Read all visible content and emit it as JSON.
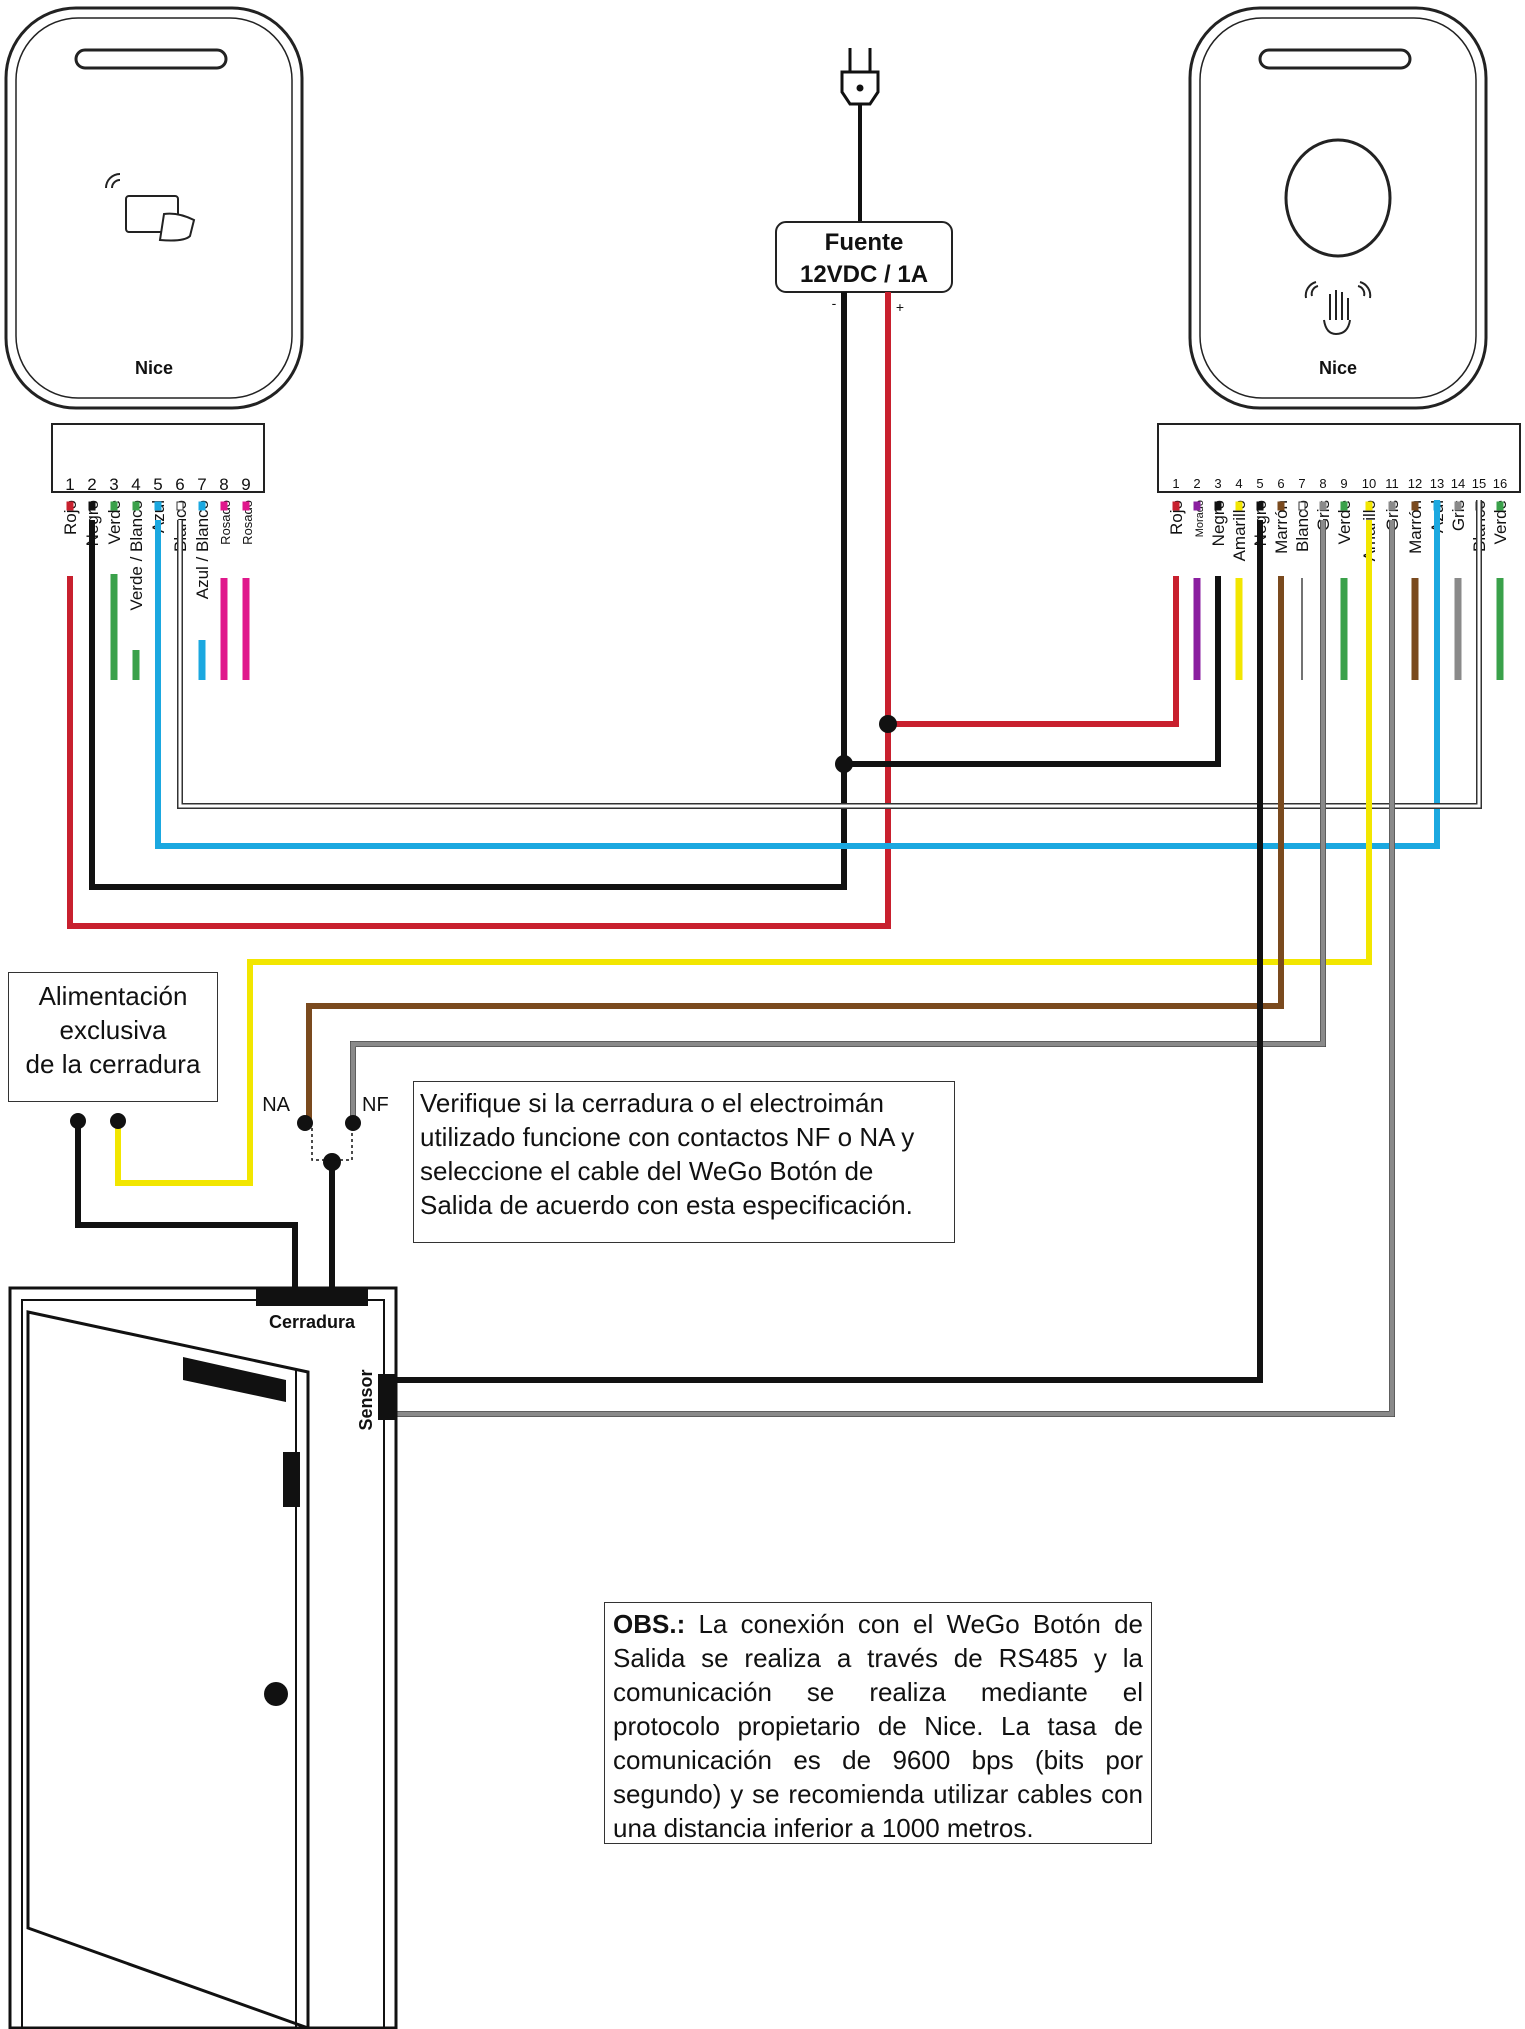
{
  "power_supply": {
    "line1": "Fuente",
    "line2": "12VDC / 1A",
    "minus": "-",
    "plus": "+"
  },
  "brand": "Nice",
  "left_reader": {
    "pins": [
      "1",
      "2",
      "3",
      "4",
      "5",
      "6",
      "7",
      "8",
      "9"
    ],
    "wires": [
      "Rojo",
      "Negro",
      "Verde",
      "Verde / Blanco",
      "Azul",
      "Blanco",
      "Azul / Blanco",
      "Rosado",
      "Rosado"
    ]
  },
  "right_button": {
    "pins": [
      "1",
      "2",
      "3",
      "4",
      "5",
      "6",
      "7",
      "8",
      "9",
      "10",
      "11",
      "12",
      "13",
      "14",
      "15",
      "16"
    ],
    "wires": [
      "Rojo",
      "Morado",
      "Negro",
      "Amarillo",
      "Negro",
      "Marrón",
      "Blanco",
      "Gris",
      "Verde",
      "Amarillo",
      "Gris",
      "Marrón",
      "Azul",
      "Gris",
      "Blanco",
      "Verde"
    ]
  },
  "lock_power": {
    "text": "Alimentación exclusiva de la cerradura",
    "lines": [
      "Alimentación",
      "exclusiva",
      "de la cerradura"
    ]
  },
  "contacts": {
    "na": "NA",
    "nf": "NF"
  },
  "note_nf": "Verifique si la cerradura o el electroimán utilizado funcione con contactos NF o NA y seleccione el cable del WeGo Botón de Salida de acuerdo con esta especificación.",
  "door": {
    "lock_label": "Cerradura",
    "sensor_label": "Sensor"
  },
  "note_obs": {
    "label": "OBS.:",
    "text": "La conexión con el WeGo Botón de Salida se realiza a través de RS485 y la comunicación se realiza mediante el protocolo propietario de Nice. La tasa de comunicación es de 9600 bps (bits por segundo) y se recomienda utilizar cables con una distancia inferior a 1000 metros."
  },
  "colors": {
    "red": "#c8202e",
    "black": "#111111",
    "green": "#3aa14a",
    "blue": "#1ba8e0",
    "pink": "#e0188c",
    "purple": "#8b1fa0",
    "yellow": "#f2e600",
    "brown": "#7a4a1e",
    "gray": "#8a8a8a",
    "white": "#ffffff"
  }
}
